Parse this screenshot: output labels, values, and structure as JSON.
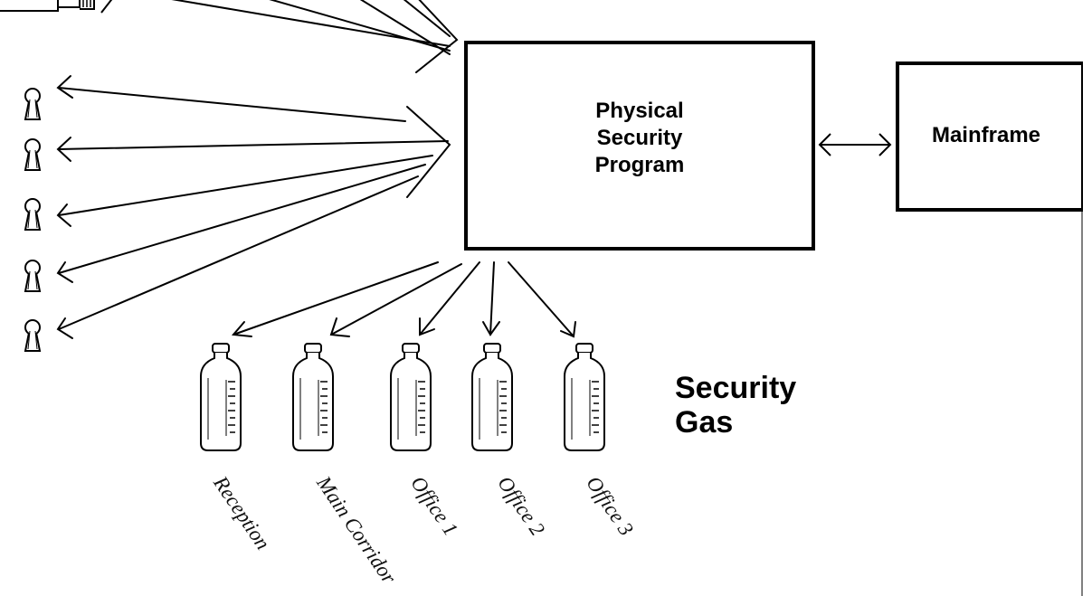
{
  "program": {
    "line1": "Physical",
    "line2": "Security",
    "line3": "Program"
  },
  "mainframe": {
    "label": "Mainframe"
  },
  "gas": {
    "line1": "Security",
    "line2": "Gas"
  },
  "rooms": [
    {
      "label": "Reception"
    },
    {
      "label": "Main Corridor"
    },
    {
      "label": "Office 1"
    },
    {
      "label": "Office 2"
    },
    {
      "label": "Office 3"
    }
  ],
  "icons": {
    "camera": "camera-icon",
    "lock": "keyhole-lock-icon",
    "gas": "gas-bottle-icon"
  },
  "colors": {
    "ink": "#000000",
    "background": "#ffffff"
  }
}
